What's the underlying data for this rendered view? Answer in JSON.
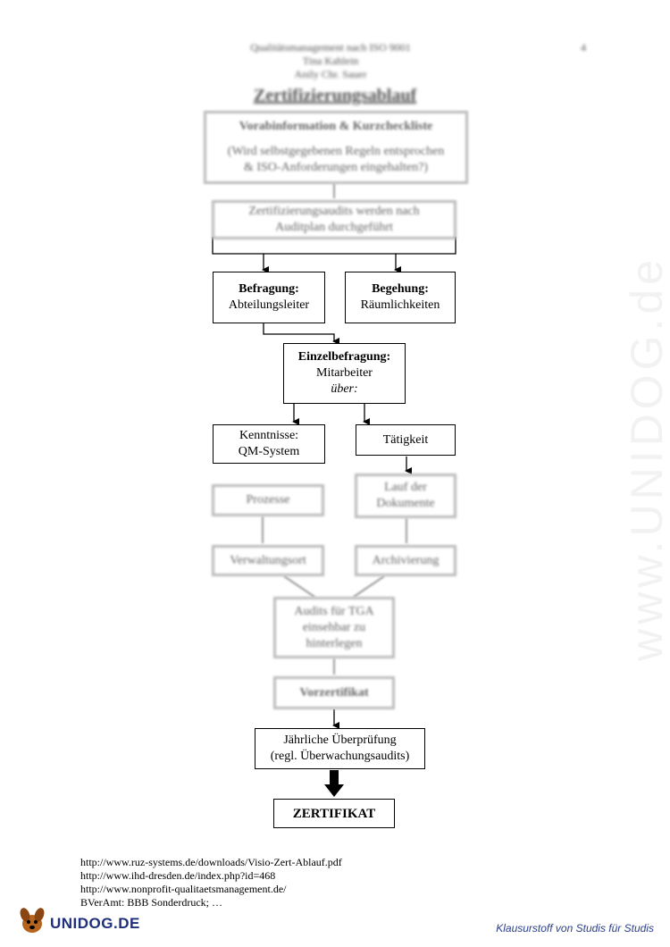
{
  "header": {
    "lines": [
      "Qualitätsmanagement nach ISO 9001",
      "Tina Kahlein",
      "Anily Chr. Sauer"
    ],
    "page_number": "4"
  },
  "title": "Zertifizierungsablauf",
  "boxes": {
    "vorab_title": "Vorabinformation & Kurzcheckliste",
    "vorab_sub1": "(Wird selbstgegebenen Regeln entsprochen",
    "vorab_sub2": "& ISO-Anforderungen eingehalten?)",
    "audits_line1": "Zertifizierungsaudits werden nach",
    "audits_line2": "Auditplan durchgeführt",
    "befragung_title": "Befragung:",
    "befragung_sub": "Abteilungsleiter",
    "begehung_title": "Begehung:",
    "begehung_sub": "Räumlichkeiten",
    "einzel_title": "Einzelbefragung:",
    "einzel_sub": "Mitarbeiter",
    "einzel_ital": "über:",
    "kenntnisse_line1": "Kenntnisse:",
    "kenntnisse_line2": "QM-System",
    "taetigkeit": "Tätigkeit",
    "prozesse": "Prozesse",
    "lauf_line1": "Lauf der",
    "lauf_line2": "Dokumente",
    "verwaltung": "Verwaltungsort",
    "archiv": "Archivierung",
    "audits_tga_line1": "Audits für TGA",
    "audits_tga_line2": "einsehbar zu",
    "audits_tga_line3": "hinterlegen",
    "vorzert": "Vorzertifikat",
    "jaehrlich_line1": "Jährliche Überprüfung",
    "jaehrlich_line2": "(regl. Überwachungsaudits)",
    "zertifikat": "ZERTIFIKAT"
  },
  "references": [
    "http://www.ruz-systems.de/downloads/Visio-Zert-Ablauf.pdf",
    "http://www.ihd-dresden.de/index.php?id=468",
    "http://www.nonprofit-qualitaetsmanagement.de/",
    "BVerAmt: BBB Sonderdruck; …"
  ],
  "footer": {
    "logo_text": "UNIDOG.DE",
    "tagline": "Klausurstoff von Studis für Studis"
  },
  "watermark": "www.UNIDOG.de"
}
